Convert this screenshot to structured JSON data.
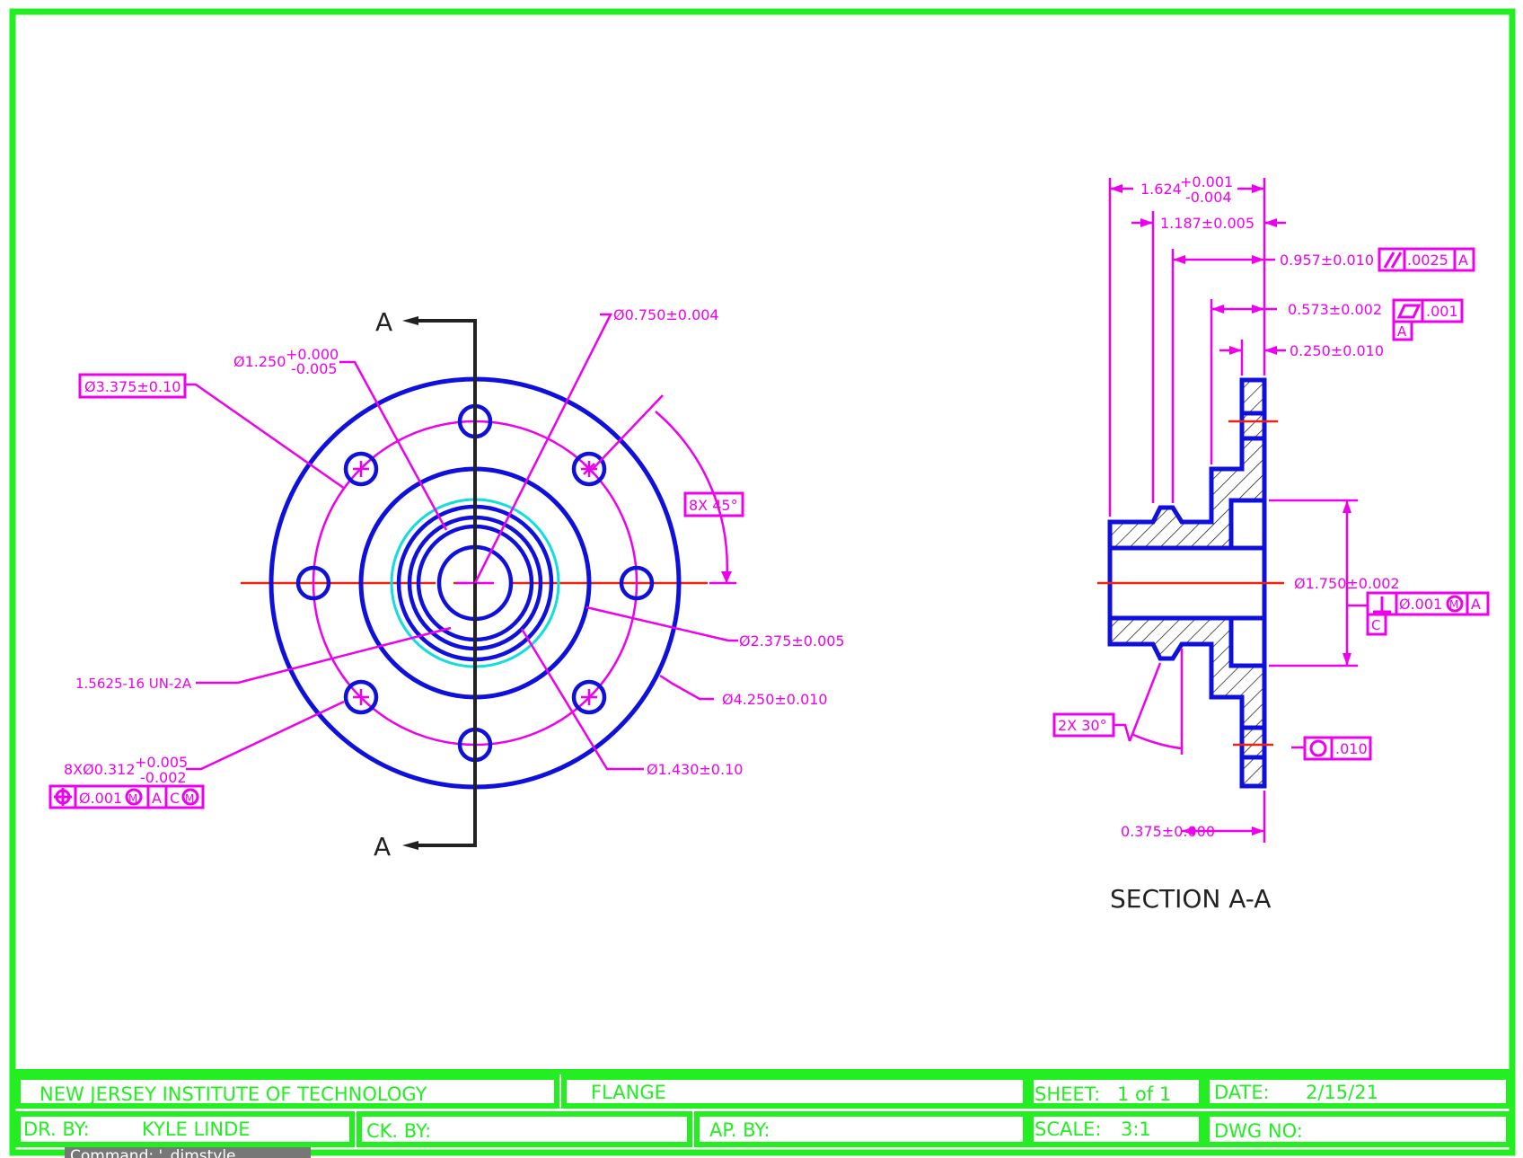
{
  "colors": {
    "border": "#22ee22",
    "object": "#1010dd",
    "dimension": "#ee00ee",
    "center": "#ee2211",
    "hidden": "#11dddd",
    "cutting": "#222222",
    "background": "#ffffff"
  },
  "front_view": {
    "cutting_label_top": "A",
    "cutting_label_bottom": "A",
    "dims": {
      "d3375": "Ø3.375±0.10",
      "d1250": "Ø1.250",
      "d1250_plus": "+0.000",
      "d1250_minus": "-0.005",
      "d0750": "Ø0.750±0.004",
      "angle": "8X 45°",
      "d2375": "Ø2.375±0.005",
      "thread": "1.5625-16 UN-2A",
      "d4250": "Ø4.250±0.010",
      "holes": "8XØ0.312",
      "holes_plus": "+0.005",
      "holes_minus": "-0.002",
      "d1430": "Ø1.430±0.10"
    },
    "fcf_position": {
      "symbol": "position-icon",
      "tol": "Ø.001",
      "modifier": "M",
      "datum1": "A",
      "datum2": "C",
      "datum2_modifier": "M"
    }
  },
  "section_view": {
    "title": "SECTION A-A",
    "dims": {
      "l1624": "1.624",
      "l1624_plus": "+0.001",
      "l1624_minus": "-0.004",
      "l1187": "1.187±0.005",
      "l0957": "0.957±0.010",
      "l0573": "0.573±0.002",
      "l0250": "0.250±0.010",
      "d1750": "Ø1.750±0.002",
      "chamfer": "2X 30°",
      "l0375": "0.375±0.000"
    },
    "fcf_parallel": {
      "symbol": "parallelism-icon",
      "tol": ".0025",
      "datum": "A"
    },
    "fcf_flatness": {
      "symbol": "flatness-icon",
      "tol": ".001",
      "datum_tag": "A"
    },
    "fcf_perp": {
      "symbol": "perpendicularity-icon",
      "tol": "Ø.001",
      "modifier": "M",
      "datum": "A",
      "datum_tag": "C"
    },
    "fcf_circularity": {
      "symbol": "circularity-icon",
      "tol": ".010"
    }
  },
  "title_block": {
    "institution": "NEW JERSEY INSTITUTE OF TECHNOLOGY",
    "part_name": "FLANGE",
    "sheet_label": "SHEET:",
    "sheet_value": "1  of 1",
    "date_label": "DATE:",
    "date_value": "2/15/21",
    "drawn_label": "DR. BY:",
    "drawn_value": "KYLE LINDE",
    "checked_label": "CK. BY:",
    "approved_label": "AP. BY:",
    "scale_label": "SCALE:",
    "scale_value": "3:1",
    "dwg_label": "DWG NO:"
  },
  "command_line": "Command: '_dimstyle"
}
